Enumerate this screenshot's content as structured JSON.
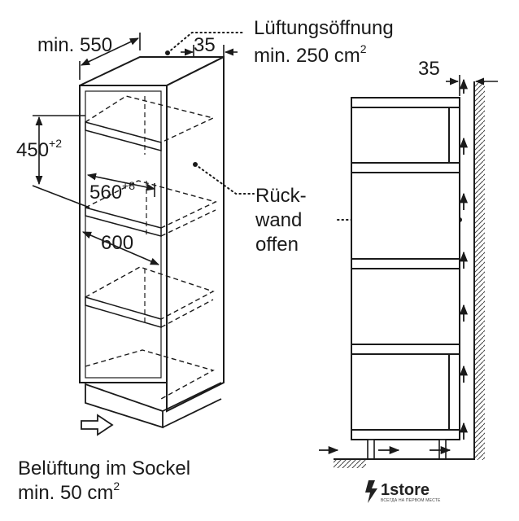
{
  "labels": {
    "width_min": "min. 550",
    "gap_top": "35",
    "vent_title": "Lüftungsöffnung",
    "vent_area": "min. 250 cm",
    "vent_area_sup": "2",
    "height_base": "450",
    "height_sup": "+2",
    "niche_width": "560",
    "niche_width_sup": "+8",
    "depth": "600",
    "back_line1": "Rück-",
    "back_line2": "wand",
    "back_line3": "offen",
    "gap_right": "35",
    "base_vent_title": "Belüftung im Sockel",
    "base_vent_area": "min. 50 cm",
    "base_vent_area_sup": "2"
  },
  "brand": {
    "name": "1store",
    "tagline": "ВСЕГДА НА ПЕРВОМ МЕСТЕ"
  },
  "icons": [
    "airflow-arrow-icon",
    "lightning-icon"
  ]
}
